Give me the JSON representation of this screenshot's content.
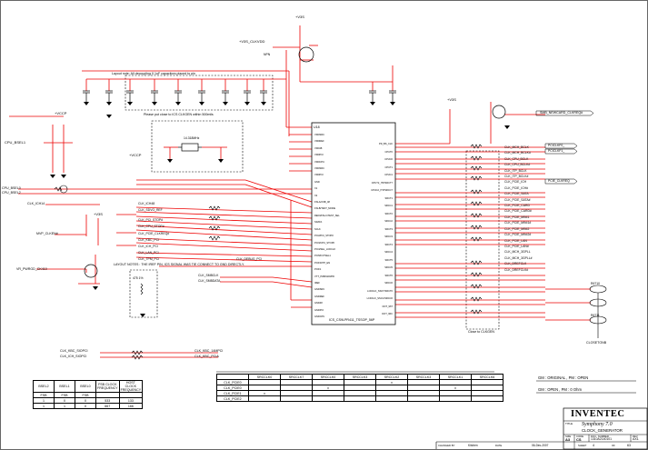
{
  "chip": {
    "ref": "U18",
    "part": "ICS_CS9LPR411_TSSOP_56P",
    "left_pins": [
      "VDDSRC",
      "VDDREF",
      "VDD48",
      "VDDPCI",
      "VDDCPU",
      "VDDSRC",
      "VDDPCI",
      "GND",
      "X1",
      "X2",
      "FSLA/USB_48",
      "FSLB/TEST_MODE",
      "REF0/FSLC/TEST_SEL",
      "SDATA",
      "SCLK",
      "PCI2/PCI_STOP#",
      "PCI3/CPU_STOP#",
      "PCI4/SEL_LCDCL#",
      "PCI5/FCTSEL1",
      "PCIF0/ITP_EN",
      "PCIF1",
      "VTT_PWRGD#/PD",
      "IREF",
      "GNDSRC",
      "GNDREF",
      "GND48",
      "GNDPCI",
      "GNDCPU"
    ],
    "right_pins": [
      "PD_BS_CLK",
      "CPUT0",
      "CPUC0",
      "CPUT1",
      "CPUC1",
      "CPUT2_ITP/SRCT7",
      "CPUC2_ITP/SRCC7",
      "SRCT1",
      "SRCC1",
      "SRCT2",
      "SRCC2",
      "SRCT3",
      "SRCC3",
      "SRCT4",
      "SRCC4",
      "SRCT5",
      "SRCC5",
      "SRCT6",
      "SRCC6",
      "LCDCLK_SSCT/SRCT0",
      "LCDCLK_SSCC/SRCC0",
      "DOT_96T",
      "DOT_96C"
    ]
  },
  "labels": {
    "v3s": "+V3S",
    "v3s_clkvdd": "+V3S_CLKVDD",
    "vccp": "+VCCP",
    "vccp2": "+VCCP",
    "v3s_2": "+V3S",
    "v3s_3": "+V3S",
    "layout_note_1": "Layout note: All decoupling 0.1uF capacitors placed to pin",
    "layout_note_2": "Please put close to ICS CLKGEN within 500mils",
    "layout_note_3": "LAYOUT NOTES : THE IREF PIN, ICS SIGNAL WAS TIE CONNECT TO GND DIRECTLY.",
    "close_note": "Close to CLKGEN",
    "mosfet_ref": "NPN",
    "xtal": "14.318MHz",
    "cpu_sel1": "CPU_BSEL1",
    "cpu_sel0": "CPU_BSEL0",
    "cpu_sel2": "CPU_BSEL2",
    "clk_ich14": "CLK_ICH14",
    "vr_pwrgd": "VR_PWRGD_CK410",
    "mvp_clk": "MVP_CLKEN#",
    "iref_r": "475 1%",
    "gnd_label": "CLKGEN_GND",
    "smb_clk": "CLK_SMBCLK",
    "smb_data": "CLK_SMBDATA",
    "clk_ich48": "CLK_ICH48",
    "clk_sdvo": "CLK_SDVO_REF",
    "clk_stop": "CLK_PCI_STOP#",
    "cpu_stop": "CLK_CPU_STOP#",
    "pcie_clkreq": "CLK_PCIE_CLKREQ#",
    "pci_sio": "CLK_KBC_PCI",
    "pci_ich": "CLK_ICH_PCI",
    "pci_lan": "CLK_LAN_PCI",
    "pci_tpm": "CLK_TPM_PCI",
    "pci_debug": "CLK_DEBUG_PCI",
    "left_bottom_1": "CLK_KBC_SIOPCI",
    "left_bottom_2": "CLK_ICH_SIOPCI",
    "net_bottom_1": "CLK_KBC_14MPCI",
    "net_bottom_2": "CLK_KBC_PCIA"
  },
  "right_nets": [
    "CLK_MCH_BCLK",
    "CLK_MCH_BCLK#",
    "CLK_CPU_BCLK",
    "CLK_CPU_BCLK#",
    "CLK_ITP_BCLK",
    "CLK_ITP_BCLK#",
    "CLK_PCIE_ICH",
    "CLK_PCIE_ICH#",
    "CLK_PCIE_SATA",
    "CLK_PCIE_SATA#",
    "CLK_PCIE_CARD",
    "CLK_PCIE_CARD#",
    "CLK_PCIE_MINI1",
    "CLK_PCIE_MINI1#",
    "CLK_PCIE_MINI2",
    "CLK_PCIE_MINI2#",
    "CLK_PCIE_LAN",
    "CLK_PCIE_LAN#",
    "CLK_MCH_3GPLL",
    "CLK_MCH_3GPLL#",
    "CLK_DREFCLK",
    "CLK_DREFCLK#"
  ],
  "far_right": {
    "top": "SMB_NEWCARD_CLKREQ#",
    "a": "PCICLKF0_",
    "b": "PCICLKF1_",
    "pcie_mini": "PCIE_CLKREQ",
    "refclk": "REFCLK",
    "testpoints": "CLOSETONB",
    "tp_ref1": "R6710",
    "tp_ref2": "R6711"
  },
  "freq_table": {
    "headers": [
      "BSEL2",
      "BSEL1",
      "BSEL0",
      "FSB CLOCK FREQUENCY",
      "HOST CLOCK FREQUENCY"
    ],
    "sub": [
      "FSB",
      "FSB",
      "FSB"
    ],
    "rows": [
      [
        "1",
        "0",
        "0",
        "533",
        "133"
      ],
      [
        "1",
        "1",
        "0",
        "667",
        "166"
      ]
    ]
  },
  "opt_table": {
    "headers": [
      "",
      "SRCCLK0",
      "SRCCLK7",
      "SRCCLK0",
      "SRCCLK3",
      "SRCCLK2",
      "SRCCLK3",
      "SRCCLK1",
      "SRCCLK6"
    ],
    "rows": [
      [
        "CLK_PCIE0",
        "",
        "",
        "",
        "",
        "x",
        "",
        "",
        ""
      ],
      [
        "CLK_PCIE0",
        "",
        "",
        "x",
        "",
        "",
        "",
        "x",
        ""
      ],
      [
        "CLK_PCIE1",
        "x",
        "",
        "",
        "",
        "",
        "",
        "",
        ""
      ],
      [
        "CLK_PCIE2",
        "",
        "",
        "",
        "",
        "",
        "",
        "",
        ""
      ]
    ]
  },
  "notes": {
    "gm1": "GM : ORIGINAL , PM : OPEN",
    "gm2": "GM : OPEN , PM : 0 Ohm"
  },
  "titleblock": {
    "company": "INVENTEC",
    "project_label": "TITLE",
    "project": "Symphony 7.0",
    "sheet_title": "CLOCK_GENERATOR",
    "size_label": "SIZE",
    "size": "A3",
    "code_label": "CODE",
    "code": "CS",
    "doc_label": "DOC. NUMBER",
    "doc": "1310A2140101",
    "rev_label": "REV",
    "rev": "AX1",
    "changed_label": "CHANGED BY",
    "changed": "Kitchen",
    "date_label": "DATE",
    "date": "06-Dec-2007",
    "sheet_label": "SHEET",
    "sheet": "4",
    "of_label": "OF",
    "of": "63"
  }
}
